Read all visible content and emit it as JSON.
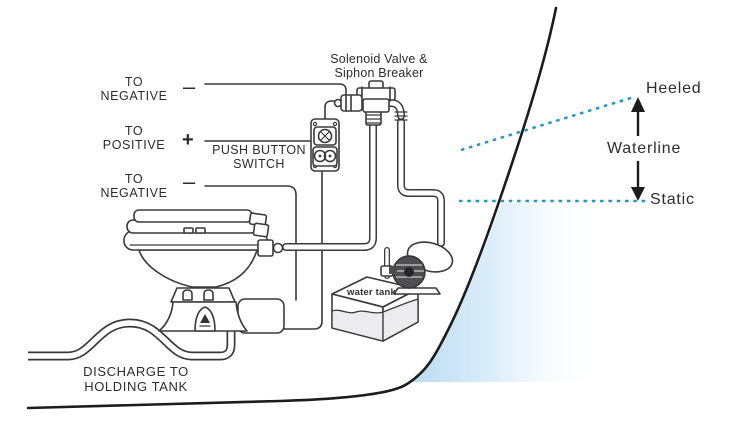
{
  "diagram": {
    "labels": {
      "to_negative_top": {
        "line1": "TO",
        "line2": "NEGATIVE",
        "sign": "–"
      },
      "to_positive": {
        "line1": "TO",
        "line2": "POSITIVE",
        "sign": "+"
      },
      "to_negative_bottom": {
        "line1": "TO",
        "line2": "NEGATIVE",
        "sign": "–"
      },
      "push_button_switch": {
        "line1": "PUSH BUTTON",
        "line2": "SWITCH"
      },
      "solenoid_valve": {
        "line1": "Solenoid Valve &",
        "line2": "Siphon Breaker"
      },
      "heeled": "Heeled",
      "waterline": "Waterline",
      "static": "Static",
      "water_tank": "water tank",
      "discharge": {
        "line1": "DISCHARGE TO",
        "line2": "HOLDING TANK"
      }
    },
    "colors": {
      "line": "#3a3a3a",
      "text": "#2d2d2d",
      "waterline_blue": "#2196c9",
      "water_fill": "#bcdef2"
    }
  }
}
